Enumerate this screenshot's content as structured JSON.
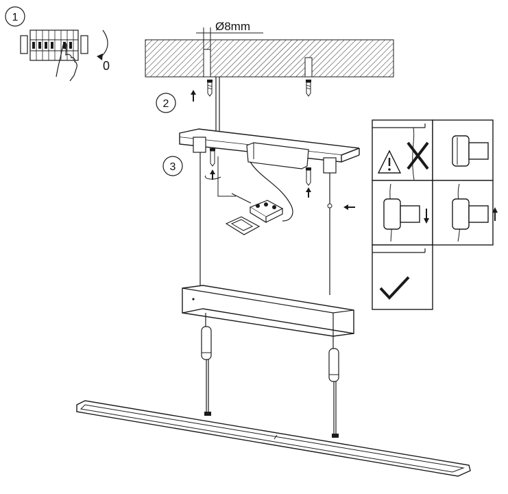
{
  "steps": {
    "step1": "1",
    "step2": "2",
    "step3": "3"
  },
  "labels": {
    "drill_diameter": "Ø8mm",
    "switch_off": "0"
  }
}
